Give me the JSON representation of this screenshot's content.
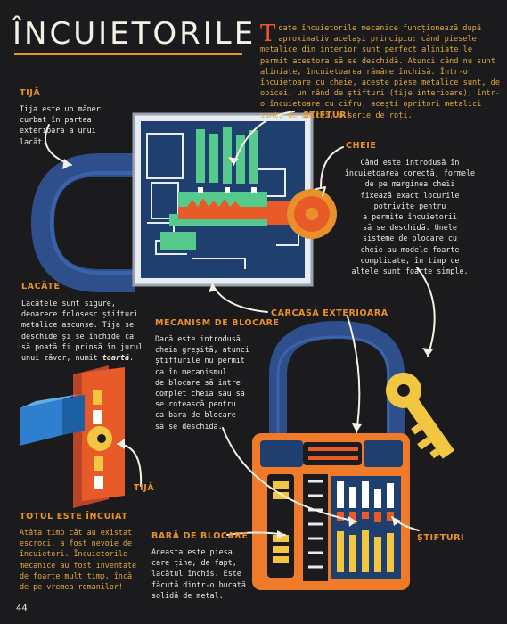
{
  "page": {
    "title": "ÎNCUIETORILE",
    "intro_dropcap": "T",
    "intro_text": "oate încuietorile mecanice funcționează după aproximativ același principiu: când piesele metalice din interior sunt perfect aliniate le permit acestora să se deschidă. Atunci când nu sunt aliniate, încuietoarea rămâne închisă. Într-o încuietoare cu cheie, aceste piese metalice sunt, de obicei, un rând de știfturi (tije interioare); într-o încuietoare cu cifru, acești opritori metalici sunt, de obicei, o serie de roți.",
    "page_number": "44"
  },
  "sections": {
    "tija_top": {
      "label": "TIJĂ",
      "text": [
        "Tija este un mâner",
        "curbat în partea",
        "exterioară a unui",
        "lacăt."
      ]
    },
    "stifturi_top": {
      "label": "ȘTIFTURI"
    },
    "cheie": {
      "label": "CHEIE",
      "text": [
        "Când este introdusă în",
        "încuietoarea corectă, formele",
        "de pe marginea cheii",
        "fixează exact locurile",
        "potrivite pentru",
        "a permite încuietorii",
        "să se deschidă. Unele",
        "sisteme de blocare cu",
        "cheie au modele foarte",
        "complicate, în timp ce",
        "altele sunt foarte simple."
      ]
    },
    "lacate": {
      "label": "LACĂTE",
      "text_lines": [
        "Lacătele sunt sigure,",
        "deoarece folosesc știfturi",
        "metalice ascunse. Tija se",
        "deschide și se închide ca",
        "să poată fi prinsă în jurul"
      ],
      "last_line_prefix": "unui zăvor, numit ",
      "last_line_emphasis": "toartă",
      "last_line_suffix": "."
    },
    "mecanism": {
      "label": "MECANISM DE BLOCARE",
      "text": [
        "Dacă este introdusă",
        "cheia greșită, atunci",
        "știfturile nu permit",
        "ca în mecanismul",
        "de blocare să intre",
        "complet cheia sau să",
        "se rotească pentru",
        "ca bara de blocare",
        "să se deschidă."
      ]
    },
    "carcasa": {
      "label": "CARCASĂ EXTERIOARĂ"
    },
    "tija_bottom": {
      "label": "TIJĂ"
    },
    "totul": {
      "label": "TOTUL ESTE ÎNCUIAT",
      "text": [
        "Atâta timp cât au existat",
        "escroci, a fost nevoie de",
        "încuietori. Încuietorile",
        "mecanice au fost inventate",
        "de foarte mult timp, încă",
        "de pe vremea romanilor!"
      ]
    },
    "bara": {
      "label": "BARĂ DE BLOCARE",
      "text": [
        "Aceasta este piesa",
        "care ține, de fapt,",
        "lacătul închis. Este",
        "făcută dintr-o bucată",
        "solidă de metal."
      ]
    },
    "stifturi_bottom": {
      "label": "ȘTIFTURI"
    }
  },
  "colors": {
    "background": "#1b1b1e",
    "accent_orange": "#e8902a",
    "title": "#f4f0e4",
    "intro_text": "#e2a83c",
    "shackle_blue": "#2e4f8c",
    "lock_orange": "#ee7a2a",
    "pin_green": "#56c98c",
    "key_red": "#e85a28",
    "key_yellow": "#f2c640"
  },
  "icons": [
    "top-padlock-cutaway-icon",
    "key-icon",
    "door-lock-icon",
    "bottom-padlock-icon",
    "small-key-icon"
  ]
}
